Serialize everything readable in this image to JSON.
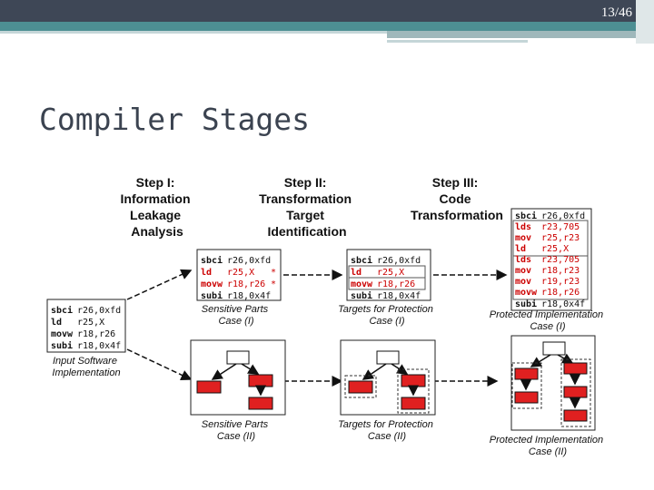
{
  "slide": {
    "number": "13/46",
    "title": "Compiler Stages"
  },
  "steps": [
    {
      "lines": [
        "Step I:",
        "Information",
        "Leakage",
        "Analysis"
      ]
    },
    {
      "lines": [
        "Step II:",
        "Transformation",
        "Target",
        "Identification"
      ]
    },
    {
      "lines": [
        "Step III:",
        "Code",
        "Transformation"
      ]
    }
  ],
  "input_code": [
    {
      "op": "sbci",
      "args": "r26,0xfd"
    },
    {
      "op": "ld",
      "args": "r25,X"
    },
    {
      "op": "movw",
      "args": "r18,r26"
    },
    {
      "op": "subi",
      "args": "r18,0x4f"
    }
  ],
  "sensitive_code": [
    {
      "op": "sbci",
      "args": "r26,0xfd",
      "mark": ""
    },
    {
      "op": "ld",
      "args": "r25,X",
      "mark": "*"
    },
    {
      "op": "movw",
      "args": "r18,r26",
      "mark": "*"
    },
    {
      "op": "subi",
      "args": "r18,0x4f",
      "mark": ""
    }
  ],
  "target_code": [
    {
      "op": "sbci",
      "args": "r26,0xfd"
    },
    {
      "op": "ld",
      "args": "r25,X"
    },
    {
      "op": "movw",
      "args": "r18,r26"
    },
    {
      "op": "subi",
      "args": "r18,0x4f"
    }
  ],
  "protected_code": [
    {
      "op": "sbci",
      "args": "r26,0xfd"
    },
    {
      "op": "lds",
      "args": "r23,705"
    },
    {
      "op": "mov",
      "args": "r25,r23"
    },
    {
      "op": "ld",
      "args": "r25,X"
    },
    {
      "op": "lds",
      "args": "r23,705"
    },
    {
      "op": "mov",
      "args": "r18,r23"
    },
    {
      "op": "mov",
      "args": "r19,r23"
    },
    {
      "op": "movw",
      "args": "r18,r26"
    },
    {
      "op": "subi",
      "args": "r18,0x4f"
    }
  ],
  "captions": {
    "input": [
      "Input Software",
      "Implementation"
    ],
    "sensitive_1": [
      "Sensitive Parts",
      "Case (I)"
    ],
    "targets_1": [
      "Targets for Protection",
      "Case (I)"
    ],
    "protected_1": [
      "Protected Implementation",
      "Case (I)"
    ],
    "sensitive_2": [
      "Sensitive Parts",
      "Case (II)"
    ],
    "targets_2": [
      "Targets for Protection",
      "Case (II)"
    ],
    "protected_2": [
      "Protected Implementation",
      "Case (II)"
    ]
  },
  "colors": {
    "highlight": "#cc0000",
    "node_red": "#e02020",
    "text": "#111111"
  }
}
